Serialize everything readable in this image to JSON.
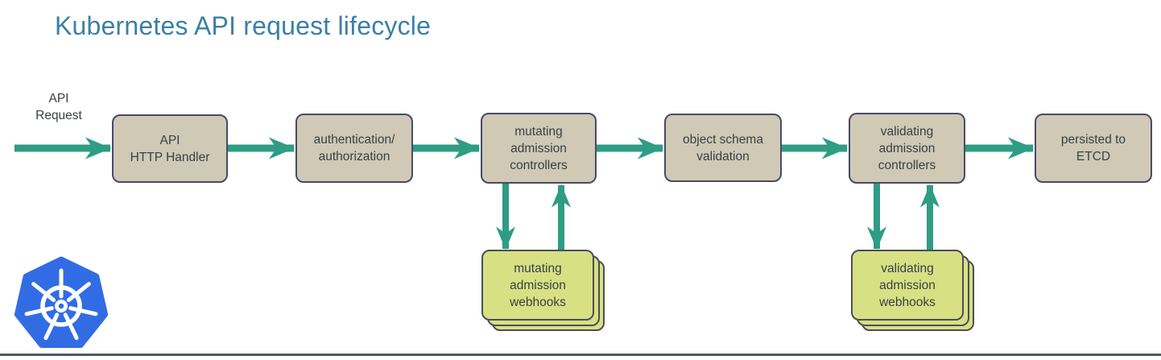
{
  "title": "Kubernetes API request lifecycle",
  "flow_label": {
    "line1": "API",
    "line2": "Request"
  },
  "nodes": [
    {
      "id": "api-http-handler",
      "line1": "API",
      "line2": "HTTP Handler"
    },
    {
      "id": "authentication",
      "line1": "authentication/",
      "line2": "authorization"
    },
    {
      "id": "mutating-controllers",
      "line1": "mutating",
      "line2": "admission",
      "line3": "controllers"
    },
    {
      "id": "object-schema",
      "line1": "object schema",
      "line2": "validation"
    },
    {
      "id": "validating-controllers",
      "line1": "validating",
      "line2": "admission",
      "line3": "controllers"
    },
    {
      "id": "persisted-etcd",
      "line1": "persisted to",
      "line2": "ETCD"
    }
  ],
  "webhooks": [
    {
      "id": "mutating-webhooks",
      "line1": "mutating",
      "line2": "admission",
      "line3": "webhooks"
    },
    {
      "id": "validating-webhooks",
      "line1": "validating",
      "line2": "admission",
      "line3": "webhooks"
    }
  ],
  "connections": [
    "API Request -> API HTTP Handler",
    "API HTTP Handler -> authentication/authorization",
    "authentication/authorization -> mutating admission controllers",
    "mutating admission controllers <-> mutating admission webhooks",
    "mutating admission controllers -> object schema validation",
    "object schema validation -> validating admission controllers",
    "validating admission controllers <-> validating admission webhooks",
    "validating admission controllers -> persisted to ETCD"
  ],
  "icons": {
    "logo": "kubernetes-logo"
  },
  "colors": {
    "title": "#3B80A6",
    "arrow": "#2F9C84",
    "node_fill": "#CFC9B5",
    "node_border": "#474B68",
    "webhook_fill": "#D8E084",
    "webhook_border": "#4A4F55",
    "text": "#3A4045",
    "logo_blue": "#326CE5",
    "bottom_rule": "#4E5765"
  }
}
